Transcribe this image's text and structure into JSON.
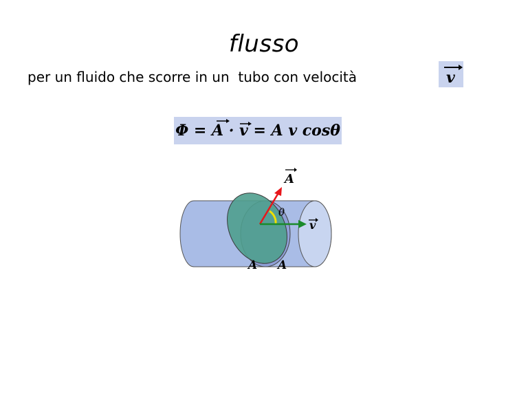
{
  "title": "flusso",
  "subtitle": "per un fluido che scorre in un  tubo con velocità",
  "velocity_symbol": "v",
  "formula": "Φ = A · v = A v cosθ",
  "diagram": {
    "label_area_vector": "A",
    "label_angle": "θ",
    "label_velocity": "v",
    "label_area_left": "A",
    "label_area_right": "A"
  },
  "colors": {
    "highlight_box": "#c9d3ee",
    "tube_body": "#a9bce6",
    "tube_end": "#c8d5f0",
    "tilted_section": "#4f9e8e",
    "area_arrow": "#e8161b",
    "velocity_arrow": "#1a8a2a",
    "angle_arc": "#f0e000"
  }
}
